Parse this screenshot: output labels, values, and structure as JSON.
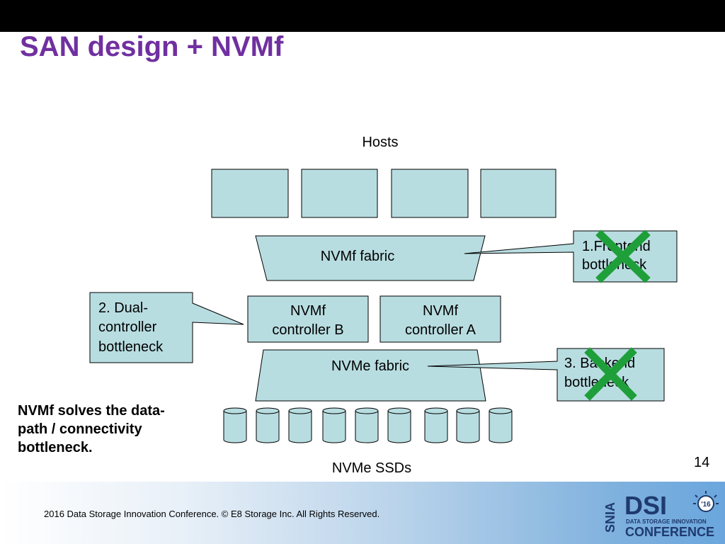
{
  "slide": {
    "title": "SAN design + NVMf",
    "page_number": "14",
    "summary": "NVMf solves the data-path / connectivity bottleneck."
  },
  "diagram": {
    "hosts_label": "Hosts",
    "fabric_label": "NVMf fabric",
    "controller_b_line1": "NVMf",
    "controller_b_line2": "controller B",
    "controller_a_line1": "NVMf",
    "controller_a_line2": "controller A",
    "nvme_fabric_label": "NVMe fabric",
    "ssds_label": "NVMe SSDs",
    "callout1_line1": "1.Frontend",
    "callout1_line2": "bottleneck",
    "callout2_line1": "2. Dual-",
    "callout2_line2": "controller",
    "callout2_line3": "bottleneck",
    "callout3_line1": "3. Backend",
    "callout3_line2": "bottleneck"
  },
  "footer": {
    "copyright": "2016 Data Storage Innovation Conference. © E8 Storage Inc.  All Rights Reserved.",
    "logo_snia": "SNIA",
    "logo_dsi": "DSI",
    "logo_year": "'16",
    "logo_line1": "DATA STORAGE INNOVATION",
    "logo_line2": "CONFERENCE"
  },
  "colors": {
    "title": "#7030a0",
    "box_fill": "#b8dde1",
    "cross": "#1f9f3a"
  }
}
